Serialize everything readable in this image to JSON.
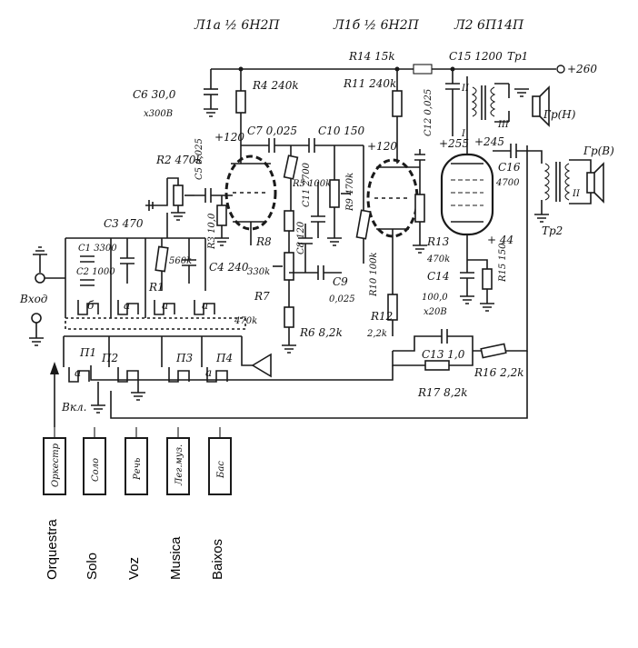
{
  "tubes": {
    "v1a": "Л1а ½ 6Н2П",
    "v1b": "Л1б ½ 6Н2П",
    "v2": "Л2 6П14П"
  },
  "supply": {
    "b_plus": "+260"
  },
  "components": {
    "r1": "R1",
    "r2": "R2 470k",
    "r3": "R3 10,0",
    "r4": "R4 240k",
    "r5": "R5 100k",
    "r6": "R6 8,2k",
    "r7": "R7",
    "r7_val": "470k",
    "r8": "R8",
    "r8_val": "330k",
    "r9": "R9 470k",
    "r10": "R10 100k",
    "r11": "R11 240k",
    "r12": "R12",
    "r12_val": "2,2k",
    "r13": "R13",
    "r13_val": "470k",
    "r14": "R14 15k",
    "r15": "R15 150",
    "r16": "R16 2,2k",
    "r17": "R17 8,2k",
    "r1_val": "560k",
    "c1": "C1 3300",
    "c2": "C2 1000",
    "c3": "C3 470",
    "c4": "C4 240",
    "c5": "C5 0,025",
    "c6": "C6 30,0",
    "c6_v": "x300B",
    "c7": "C7 0,025",
    "c8": "C8 120",
    "c9": "C9",
    "c9_val": "0,025",
    "c10": "C10 150",
    "c11": "C11 2700",
    "c12": "C12 0,025",
    "c13": "C13 1,0",
    "c14": "C14",
    "c14_val": "100,0",
    "c14_v": "x20B",
    "c15": "C15 1200",
    "c16": "C16",
    "c16_val": "4700",
    "tr1": "Тр1",
    "tr2": "Тр2",
    "gr_n": "Гр(Н)",
    "gr_v": "Гр(В)",
    "w1": "I",
    "w2": "II",
    "w3": "III"
  },
  "voltages": {
    "v120a": "+120",
    "v120b": "+120",
    "v255": "+255",
    "v245": "+245",
    "v44": "+ 44"
  },
  "switches": {
    "p1": "П1",
    "p2": "П2",
    "p3": "П3",
    "p4": "П4",
    "contact_a": "а",
    "contact_b": "б"
  },
  "input": {
    "label": "Вход",
    "power_on": "Вкл."
  },
  "buttons": [
    "Оркестр",
    "Соло",
    "Речь",
    "Лег.муз.",
    "Бас"
  ],
  "translations": [
    "Orquestra",
    "Solo",
    "Voz",
    "Musica",
    "Baixos"
  ]
}
